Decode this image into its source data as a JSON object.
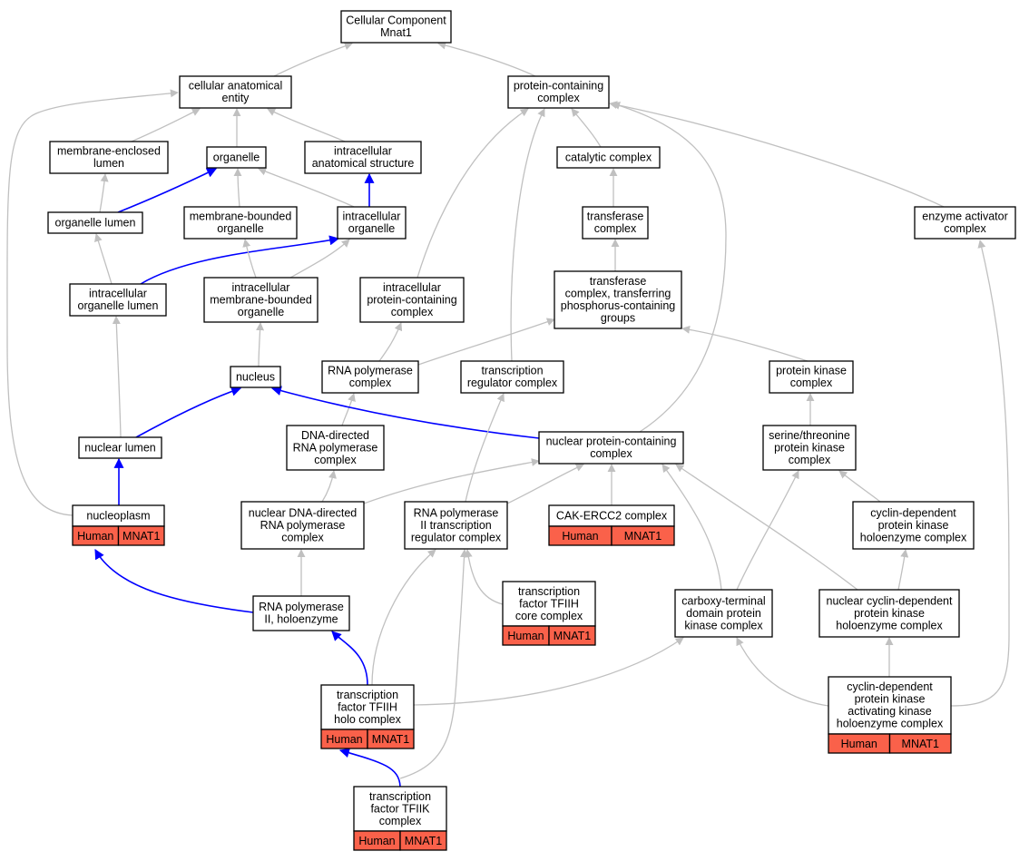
{
  "diagram": {
    "root_title": [
      "Cellular Component",
      "Mnat1"
    ],
    "tag_fill": "#fa614a",
    "edge_colors": {
      "is_a": "#c0c0c0",
      "part_of": "#0000ff"
    },
    "nodes": [
      {
        "id": "root",
        "lines": [
          "Cellular Component",
          "Mnat1"
        ]
      },
      {
        "id": "cae",
        "lines": [
          "cellular anatomical",
          "entity"
        ]
      },
      {
        "id": "pcc",
        "lines": [
          "protein-containing",
          "complex"
        ]
      },
      {
        "id": "mel",
        "lines": [
          "membrane-enclosed",
          "lumen"
        ]
      },
      {
        "id": "org",
        "lines": [
          "organelle"
        ]
      },
      {
        "id": "ias",
        "lines": [
          "intracellular",
          "anatomical structure"
        ]
      },
      {
        "id": "cat",
        "lines": [
          "catalytic complex"
        ]
      },
      {
        "id": "orgl",
        "lines": [
          "organelle lumen"
        ]
      },
      {
        "id": "mbo",
        "lines": [
          "membrane-bounded",
          "organelle"
        ]
      },
      {
        "id": "io",
        "lines": [
          "intracellular",
          "organelle"
        ]
      },
      {
        "id": "trc",
        "lines": [
          "transferase",
          "complex"
        ]
      },
      {
        "id": "eac",
        "lines": [
          "enzyme activator",
          "complex"
        ]
      },
      {
        "id": "iol",
        "lines": [
          "intracellular",
          "organelle lumen"
        ]
      },
      {
        "id": "imbo",
        "lines": [
          "intracellular",
          "membrane-bounded",
          "organelle"
        ]
      },
      {
        "id": "ipcc",
        "lines": [
          "intracellular",
          "protein-containing",
          "complex"
        ]
      },
      {
        "id": "tcpg",
        "lines": [
          "transferase",
          "complex, transferring",
          "phosphorus-containing",
          "groups"
        ]
      },
      {
        "id": "nuc",
        "lines": [
          "nucleus"
        ]
      },
      {
        "id": "rnap",
        "lines": [
          "RNA polymerase",
          "complex"
        ]
      },
      {
        "id": "trgc",
        "lines": [
          "transcription",
          "regulator complex"
        ]
      },
      {
        "id": "pkc",
        "lines": [
          "protein kinase",
          "complex"
        ]
      },
      {
        "id": "nlum",
        "lines": [
          "nuclear lumen"
        ]
      },
      {
        "id": "ddrnap",
        "lines": [
          "DNA-directed",
          "RNA polymerase",
          "complex"
        ]
      },
      {
        "id": "npcc",
        "lines": [
          "nuclear protein-containing",
          "complex"
        ]
      },
      {
        "id": "stpk",
        "lines": [
          "serine/threonine",
          "protein kinase",
          "complex"
        ]
      },
      {
        "id": "nplasm",
        "lines": [
          "nucleoplasm"
        ],
        "tag": [
          "Human",
          "MNAT1"
        ]
      },
      {
        "id": "nddrnap",
        "lines": [
          "nuclear DNA-directed",
          "RNA polymerase",
          "complex"
        ]
      },
      {
        "id": "rnap2trc",
        "lines": [
          "RNA polymerase",
          "II transcription",
          "regulator complex"
        ]
      },
      {
        "id": "cak",
        "lines": [
          "CAK-ERCC2 complex"
        ],
        "tag": [
          "Human",
          "MNAT1"
        ]
      },
      {
        "id": "cdpkh",
        "lines": [
          "cyclin-dependent",
          "protein kinase",
          "holoenzyme complex"
        ]
      },
      {
        "id": "rnap2h",
        "lines": [
          "RNA polymerase",
          "II, holoenzyme"
        ]
      },
      {
        "id": "tfiihcore",
        "lines": [
          "transcription",
          "factor TFIIH",
          "core complex"
        ],
        "tag": [
          "Human",
          "MNAT1"
        ]
      },
      {
        "id": "ctdpk",
        "lines": [
          "carboxy-terminal",
          "domain protein",
          "kinase complex"
        ]
      },
      {
        "id": "ncdpkh",
        "lines": [
          "nuclear cyclin-dependent",
          "protein kinase",
          "holoenzyme complex"
        ]
      },
      {
        "id": "tfiihholo",
        "lines": [
          "transcription",
          "factor TFIIH",
          "holo complex"
        ],
        "tag": [
          "Human",
          "MNAT1"
        ]
      },
      {
        "id": "cdpkak",
        "lines": [
          "cyclin-dependent",
          "protein kinase",
          "activating kinase",
          "holoenzyme complex"
        ],
        "tag": [
          "Human",
          "MNAT1"
        ]
      },
      {
        "id": "tfiik",
        "lines": [
          "transcription",
          "factor TFIIK",
          "complex"
        ],
        "tag": [
          "Human",
          "MNAT1"
        ]
      }
    ]
  }
}
